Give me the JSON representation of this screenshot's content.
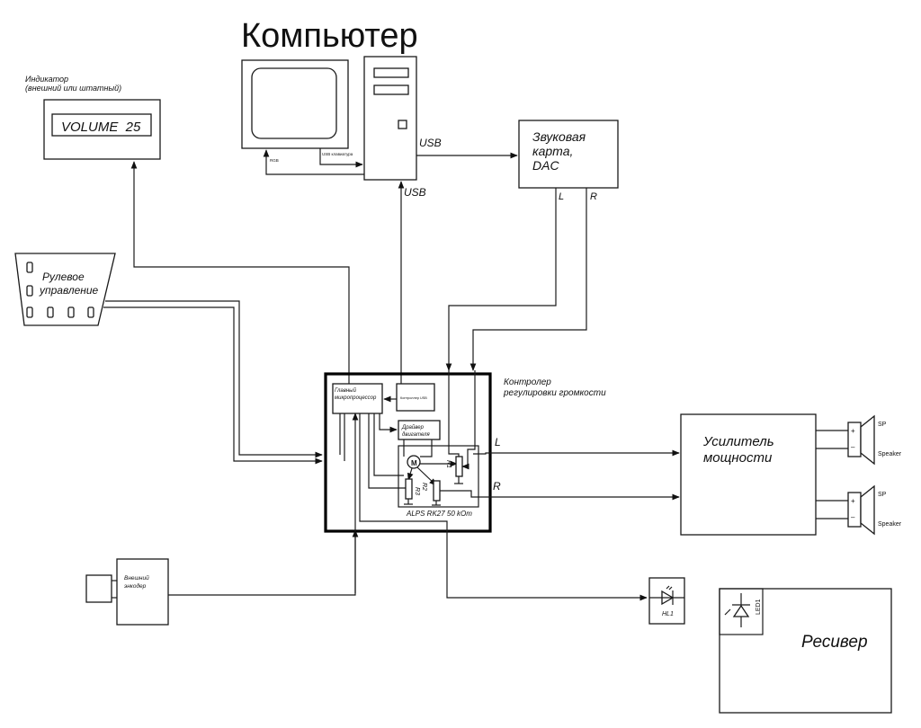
{
  "title": "Компьютер",
  "indicator": {
    "caption_line1": "Индикатор",
    "caption_line2": "(внешний или штатный)",
    "display": "VOLUME  25"
  },
  "computer": {
    "rgb_label": "RGB",
    "usb_keyboard_label": "USB клавиатура",
    "usb_right_label": "USB",
    "usb_bottom_label": "USB"
  },
  "sound_card": {
    "line1": "Звуковая",
    "line2": "карта,",
    "line3": "DAC",
    "left_label": "L",
    "right_label": "R"
  },
  "steering": {
    "line1": "Рулевое",
    "line2": "управление"
  },
  "controller": {
    "caption_line1": "Контролер",
    "caption_line2": "регулировки громкости",
    "mcu_line1": "Главный",
    "mcu_line2": "микропроцессор",
    "usb_controller": "Контроллер USB",
    "driver_line1": "Драйвер",
    "driver_line2": "двигателя",
    "motor_label": "M",
    "r1_label": "R1",
    "r2_label": "R2",
    "r3_label": "R3",
    "pot_label": "ALPS RK27 50 kOm",
    "out_left": "L",
    "out_right": "R"
  },
  "amplifier": {
    "line1": "Усилитель",
    "line2": "мощности"
  },
  "speakers": [
    {
      "label": "SP",
      "sublabel": "Speaker",
      "plus": "+",
      "minus": "–"
    },
    {
      "label": "SP",
      "sublabel": "Speaker",
      "plus": "+",
      "minus": "–"
    }
  ],
  "encoder": {
    "line1": "Внешний",
    "line2": "энкодер"
  },
  "led": {
    "label": "HL1"
  },
  "receiver": {
    "label": "Ресивер",
    "led_label": "LED1"
  }
}
